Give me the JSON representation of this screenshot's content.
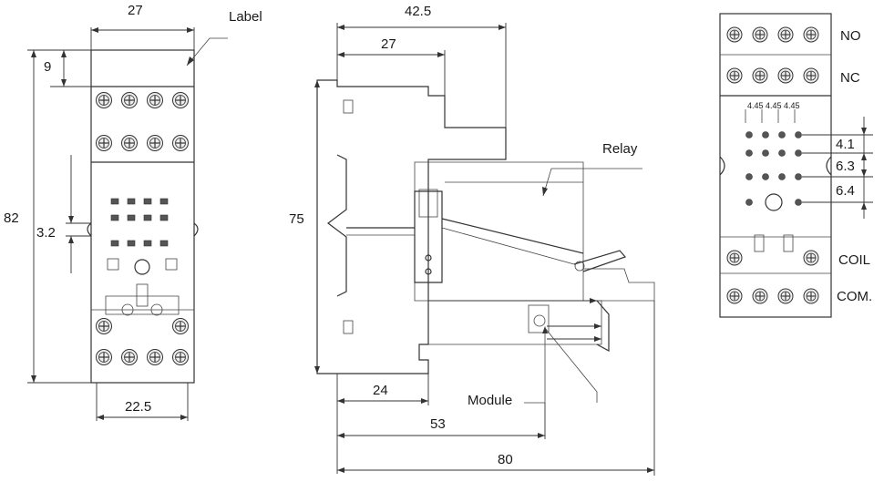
{
  "labels": {
    "label": "Label",
    "relay": "Relay",
    "module": "Module",
    "no": "NO",
    "nc": "NC",
    "coil": "COIL",
    "com": "COM."
  },
  "dims": {
    "d27_top": "27",
    "d9": "9",
    "d82": "82",
    "d3_2": "3.2",
    "d22_5": "22.5",
    "d42_5": "42.5",
    "d27_side": "27",
    "d75": "75",
    "d24": "24",
    "d53": "53",
    "d80": "80",
    "d4_1": "4.1",
    "d6_3": "6.3",
    "d6_4": "6.4",
    "pitch1": "4.45",
    "pitch2": "4.45",
    "pitch3": "4.45"
  }
}
